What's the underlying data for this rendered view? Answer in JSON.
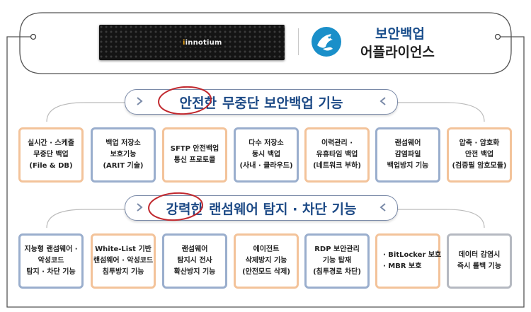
{
  "header": {
    "device_brand": "innotium",
    "product_line1": "보안백업",
    "product_line2": "어플라이언스",
    "icon": "shield-bird-logo-icon",
    "colors": {
      "title_blue": "#1d4a86",
      "orange_border": "#f3c39a",
      "blue_border": "#9aaecd",
      "circle_red": "#c0272d"
    }
  },
  "section1": {
    "highlight": "안전한",
    "title": "무중단 보안백업 기능",
    "boxes": [
      {
        "style": "orange",
        "lines": [
          "실시간 · 스케줄",
          "무중단 백업",
          "(File & DB)"
        ]
      },
      {
        "style": "blue",
        "lines": [
          "백업 저장소",
          "보호기능",
          "(ARIT 기술)"
        ]
      },
      {
        "style": "orange",
        "lines": [
          "SFTP 안전백업",
          "통신 프로토콜"
        ]
      },
      {
        "style": "blue",
        "lines": [
          "다수 저장소",
          "동시 백업",
          "(사내 · 클라우드)"
        ]
      },
      {
        "style": "orange",
        "lines": [
          "이력관리 ·",
          "유휴타임 백업",
          "(네트워크 부하)"
        ]
      },
      {
        "style": "blue",
        "lines": [
          "랜섬웨어",
          "감염파일",
          "백업방지 기능"
        ]
      },
      {
        "style": "orange",
        "lines": [
          "압축 · 암호화",
          "안전 백업",
          "(검증필 암호모듈)"
        ]
      }
    ]
  },
  "section2": {
    "highlight": "강력한",
    "title": "랜섬웨어 탐지 · 차단 기능",
    "boxes": [
      {
        "style": "blue",
        "lines": [
          "지능형 랜섬웨어 ·",
          "악성코드",
          "탐지 · 차단 기능"
        ]
      },
      {
        "style": "orange",
        "lines": [
          "White-List 기반",
          "랜섬웨어 · 악성코드",
          "침투방지 기능"
        ]
      },
      {
        "style": "blue",
        "lines": [
          "랜섬웨어",
          "탐지시 전사",
          "확산방지 기능"
        ]
      },
      {
        "style": "orange",
        "lines": [
          "에이전트",
          "삭제방지 기능",
          "(안전모드 삭제)"
        ]
      },
      {
        "style": "blue",
        "lines": [
          "RDP 보안관리",
          "기능 탑재",
          "(침투경로 차단)"
        ]
      },
      {
        "style": "orange",
        "lines": [
          "· BitLocker 보호",
          "· MBR 보호"
        ]
      },
      {
        "style": "gray",
        "lines": [
          "데이터 감염시",
          "즉시 롤백 기능"
        ]
      }
    ]
  }
}
